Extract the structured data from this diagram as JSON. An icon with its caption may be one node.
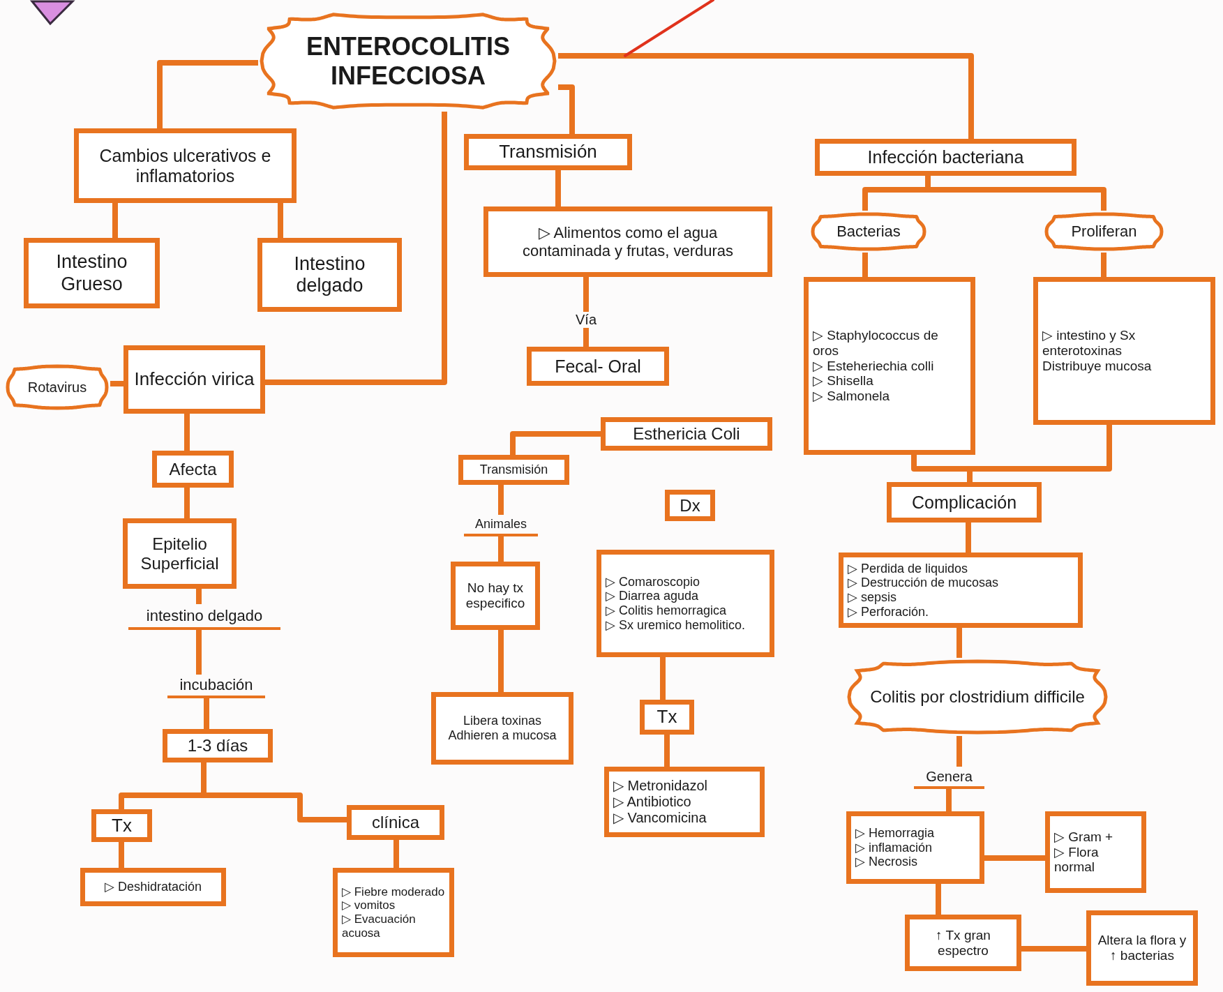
{
  "diagram": {
    "nodes": [
      {
        "text": [
          "ENTEROCOLITIS INFECCIOSA"
        ]
      },
      {
        "text": [
          "Cambios ulcerativos e inflamatorios"
        ]
      },
      {
        "text": [
          "Intestino Grueso"
        ]
      },
      {
        "text": [
          "Intestino delgado"
        ]
      },
      {
        "text": [
          "Infección virica"
        ]
      },
      {
        "text": [
          "Rotavirus"
        ]
      },
      {
        "text": [
          "Afecta"
        ]
      },
      {
        "text": [
          "Epitelio Superficial"
        ]
      },
      {
        "text": [
          "intestino delgado"
        ]
      },
      {
        "text": [
          "incubación"
        ]
      },
      {
        "text": [
          "1-3 días"
        ]
      },
      {
        "text": [
          "Tx"
        ]
      },
      {
        "text": [
          "clínica"
        ]
      },
      {
        "text": [
          "▷ Deshidratación"
        ]
      },
      {
        "text": [
          "▷ Fiebre moderado",
          "▷ vomitos",
          "▷ Evacuación acuosa"
        ]
      },
      {
        "text": [
          "Transmisión"
        ]
      },
      {
        "text": [
          "▷ Alimentos como el agua contaminada y frutas, verduras"
        ]
      },
      {
        "text": [
          "Vía"
        ]
      },
      {
        "text": [
          "Fecal- Oral"
        ]
      },
      {
        "text": [
          "Esthericia Coli"
        ]
      },
      {
        "text": [
          "Transmisión"
        ]
      },
      {
        "text": [
          "Animales"
        ]
      },
      {
        "text": [
          "No hay tx especifico"
        ]
      },
      {
        "text": [
          "Libera toxinas",
          "Adhieren a mucosa"
        ]
      },
      {
        "text": [
          "Dx"
        ]
      },
      {
        "text": [
          "▷ Comaroscopio",
          "▷ Diarrea aguda",
          "▷ Colitis hemorragica",
          "▷ Sx uremico hemolitico."
        ]
      },
      {
        "text": [
          "Tx"
        ]
      },
      {
        "text": [
          "▷ Metronidazol",
          "▷ Antibiotico",
          "▷ Vancomicina"
        ]
      },
      {
        "text": [
          "Infección bacteriana"
        ]
      },
      {
        "text": [
          "Bacterias"
        ]
      },
      {
        "text": [
          "Proliferan"
        ]
      },
      {
        "text": [
          "▷ Staphylococcus de oros",
          "▷ Esteheriechia colli",
          "▷ Shisella",
          "▷ Salmonela"
        ]
      },
      {
        "text": [
          "▷ intestino y Sx enterotoxinas",
          "Distribuye mucosa"
        ]
      },
      {
        "text": [
          "Complicación"
        ]
      },
      {
        "text": [
          "▷ Perdida de liquidos",
          "▷ Destrucción de mucosas",
          "▷ sepsis",
          "▷ Perforación."
        ]
      },
      {
        "text": [
          "Colitis por clostridium difficile"
        ]
      },
      {
        "text": [
          "Genera"
        ]
      },
      {
        "text": [
          "▷ Hemorragia",
          "▷ inflamación",
          "▷ Necrosis"
        ]
      },
      {
        "text": [
          "▷ Gram +",
          "▷ Flora normal"
        ]
      },
      {
        "text": [
          "↑ Tx gran espectro"
        ]
      },
      {
        "text": [
          "Altera la flora y ↑ bacterias"
        ]
      }
    ],
    "edges": [
      {
        "from": 0,
        "to": 1,
        "arrow": "none"
      },
      {
        "from": 0,
        "to": 4,
        "arrow": "none"
      },
      {
        "from": 0,
        "to": 15,
        "arrow": "none"
      },
      {
        "from": 0,
        "to": 28,
        "arrow": "none"
      },
      {
        "from": 1,
        "to": 2,
        "arrow": "none"
      },
      {
        "from": 1,
        "to": 3,
        "arrow": "none"
      },
      {
        "from": 4,
        "to": 5,
        "arrow": "none"
      },
      {
        "from": 4,
        "to": 6,
        "arrow": "none"
      },
      {
        "from": 6,
        "to": 7,
        "arrow": "none"
      },
      {
        "from": 7,
        "to": 8,
        "arrow": "none"
      },
      {
        "from": 8,
        "to": 9,
        "arrow": "none"
      },
      {
        "from": 9,
        "to": 10,
        "arrow": "none"
      },
      {
        "from": 10,
        "to": 11,
        "arrow": "none"
      },
      {
        "from": 10,
        "to": 12,
        "arrow": "none"
      },
      {
        "from": 11,
        "to": 13,
        "arrow": "none"
      },
      {
        "from": 12,
        "to": 14,
        "arrow": "none"
      },
      {
        "from": 15,
        "to": 16,
        "arrow": "none"
      },
      {
        "from": 16,
        "to": 17,
        "arrow": "none"
      },
      {
        "from": 17,
        "to": 18,
        "arrow": "none"
      },
      {
        "from": 19,
        "to": 20,
        "arrow": "none"
      },
      {
        "from": 20,
        "to": 21,
        "arrow": "none"
      },
      {
        "from": 21,
        "to": 22,
        "arrow": "none"
      },
      {
        "from": 22,
        "to": 23,
        "arrow": "none"
      },
      {
        "from": 25,
        "to": 26,
        "arrow": "none"
      },
      {
        "from": 26,
        "to": 27,
        "arrow": "none"
      },
      {
        "from": 28,
        "to": 29,
        "arrow": "none"
      },
      {
        "from": 28,
        "to": 30,
        "arrow": "none"
      },
      {
        "from": 29,
        "to": 31,
        "arrow": "none"
      },
      {
        "from": 30,
        "to": 32,
        "arrow": "none"
      },
      {
        "from": 31,
        "to": 33,
        "arrow": "none"
      },
      {
        "from": 32,
        "to": 33,
        "arrow": "none"
      },
      {
        "from": 33,
        "to": 34,
        "arrow": "none"
      },
      {
        "from": 34,
        "to": 35,
        "arrow": "none"
      },
      {
        "from": 35,
        "to": 36,
        "arrow": "none"
      },
      {
        "from": 36,
        "to": 37,
        "arrow": "none"
      },
      {
        "from": 37,
        "to": 38,
        "arrow": "none"
      },
      {
        "from": 37,
        "to": 39,
        "arrow": "none"
      },
      {
        "from": 39,
        "to": 40,
        "arrow": "none"
      }
    ]
  }
}
